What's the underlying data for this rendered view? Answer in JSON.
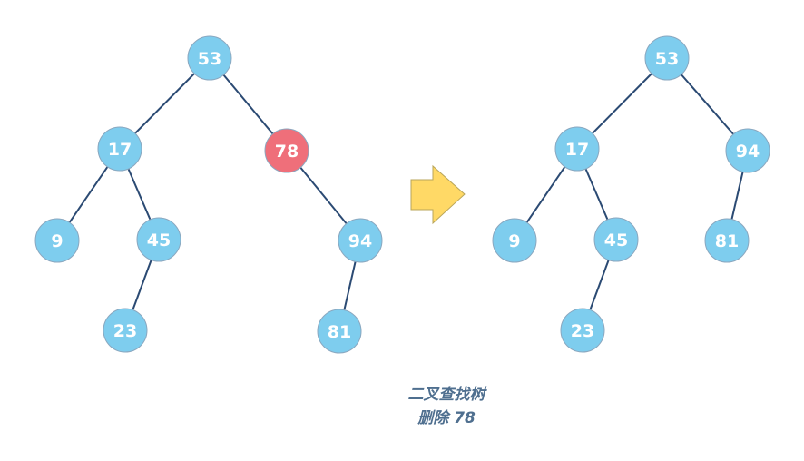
{
  "colors": {
    "node_fill": "#7ecdee",
    "highlight_fill": "#ef6f7a",
    "edge": "#2b4a73",
    "arrow_fill": "#ffd966",
    "arrow_stroke": "#b8a55a",
    "caption": "#4f6f8f"
  },
  "before_tree": {
    "nodes": [
      {
        "id": "b53",
        "label": "53",
        "highlight": false
      },
      {
        "id": "b17",
        "label": "17",
        "highlight": false
      },
      {
        "id": "b78",
        "label": "78",
        "highlight": true
      },
      {
        "id": "b9",
        "label": "9",
        "highlight": false
      },
      {
        "id": "b45",
        "label": "45",
        "highlight": false
      },
      {
        "id": "b94",
        "label": "94",
        "highlight": false
      },
      {
        "id": "b23",
        "label": "23",
        "highlight": false
      },
      {
        "id": "b81",
        "label": "81",
        "highlight": false
      }
    ],
    "edges": [
      [
        "b53",
        "b17"
      ],
      [
        "b53",
        "b78"
      ],
      [
        "b17",
        "b9"
      ],
      [
        "b17",
        "b45"
      ],
      [
        "b45",
        "b23"
      ],
      [
        "b78",
        "b94"
      ],
      [
        "b94",
        "b81"
      ]
    ]
  },
  "after_tree": {
    "nodes": [
      {
        "id": "a53",
        "label": "53",
        "highlight": false
      },
      {
        "id": "a17",
        "label": "17",
        "highlight": false
      },
      {
        "id": "a94",
        "label": "94",
        "highlight": false
      },
      {
        "id": "a9",
        "label": "9",
        "highlight": false
      },
      {
        "id": "a45",
        "label": "45",
        "highlight": false
      },
      {
        "id": "a81",
        "label": "81",
        "highlight": false
      },
      {
        "id": "a23",
        "label": "23",
        "highlight": false
      }
    ],
    "edges": [
      [
        "a53",
        "a17"
      ],
      [
        "a53",
        "a94"
      ],
      [
        "a17",
        "a9"
      ],
      [
        "a17",
        "a45"
      ],
      [
        "a45",
        "a23"
      ],
      [
        "a94",
        "a81"
      ]
    ]
  },
  "arrow_icon": "right-arrow-icon",
  "caption": {
    "title": "二叉查找树",
    "subtitle": "删除 78"
  }
}
